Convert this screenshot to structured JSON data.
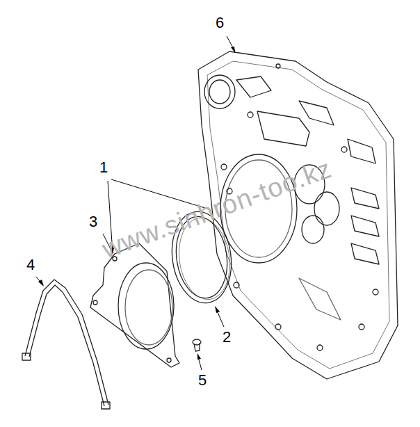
{
  "diagram": {
    "labels": [
      "6",
      "1",
      "3",
      "4",
      "2",
      "5",
      "www.sinhron-too.kz"
    ]
  }
}
